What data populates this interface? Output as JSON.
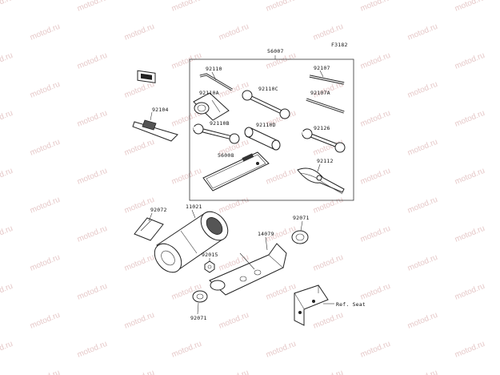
{
  "diagram": {
    "code": "F3182",
    "labels": {
      "p56007": "56007",
      "p92110": "92110",
      "p92107": "92107",
      "p92110A": "92110A",
      "p92110C": "92110C",
      "p92107A": "92107A",
      "p92104": "92104",
      "p92110B": "92110B",
      "p92110D": "92110D",
      "p92126": "92126",
      "p56008": "56008",
      "p92112": "92112",
      "p92072": "92072",
      "p11021": "11021",
      "p92071_top": "92071",
      "p14079": "14079",
      "p92015": "92015",
      "p92071_bottom": "92071",
      "refSeat": "Ref. Seat"
    },
    "watermark": "motod.ru"
  }
}
